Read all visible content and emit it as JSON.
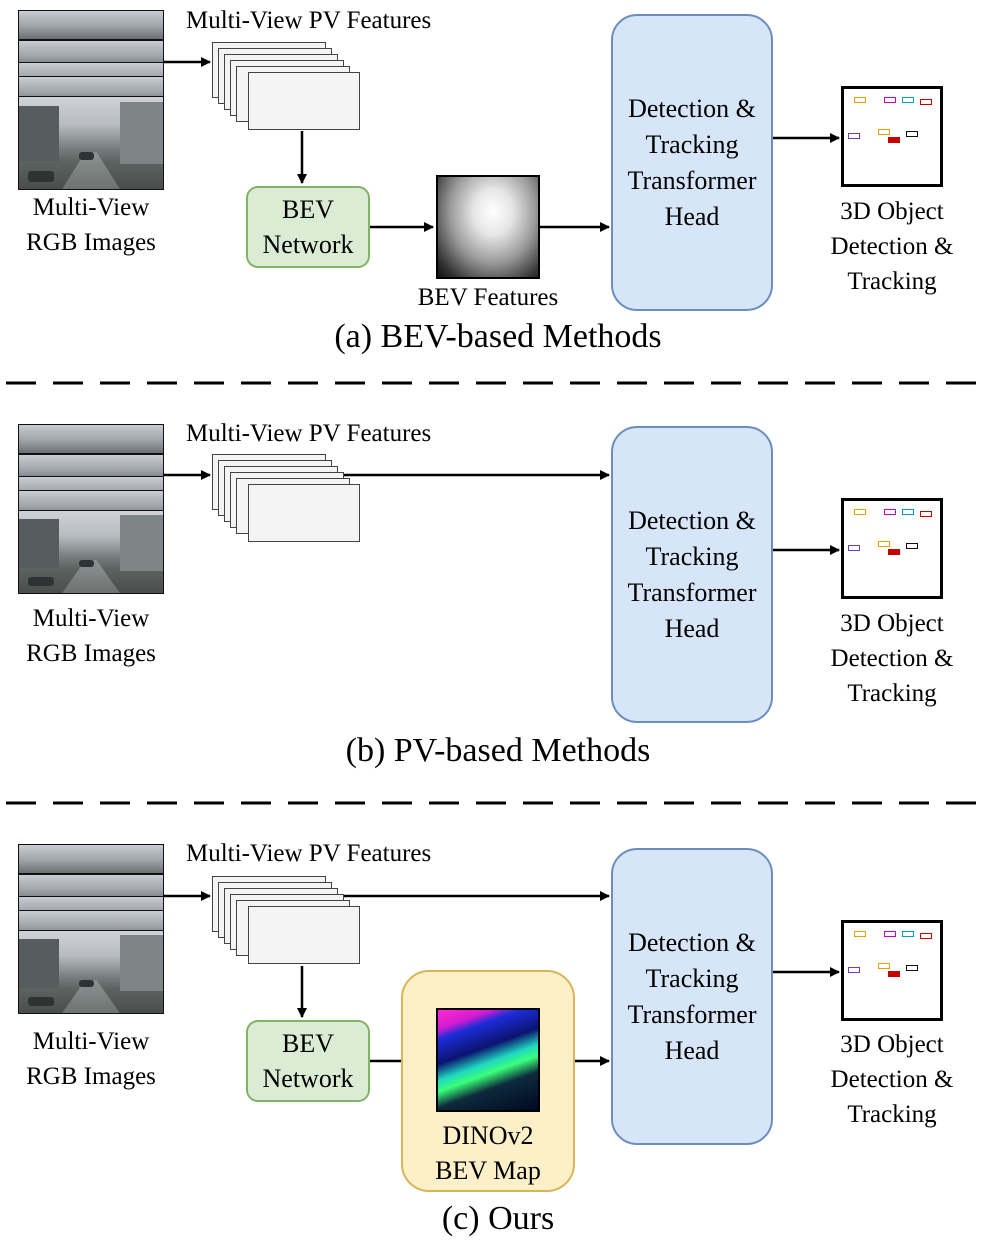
{
  "colors": {
    "bev_network_fill": "#dbecd4",
    "bev_network_border": "#82b366",
    "head_fill": "#d6e6f8",
    "head_border": "#6c8ebf",
    "dino_fill": "#fdf0c8",
    "dino_border": "#d6b656"
  },
  "panel_a": {
    "images_label_1": "Multi-View",
    "images_label_2": "RGB Images",
    "pv_features_label": "Multi-View PV Features",
    "bev_network_1": "BEV",
    "bev_network_2": "Network",
    "bev_features_label": "BEV Features",
    "head_1": "Detection &",
    "head_2": "Tracking",
    "head_3": "Transformer",
    "head_4": "Head",
    "output_1": "3D Object",
    "output_2": "Detection &",
    "output_3": "Tracking",
    "caption": "(a) BEV-based Methods"
  },
  "panel_b": {
    "images_label_1": "Multi-View",
    "images_label_2": "RGB Images",
    "pv_features_label": "Multi-View PV Features",
    "head_1": "Detection &",
    "head_2": "Tracking",
    "head_3": "Transformer",
    "head_4": "Head",
    "output_1": "3D Object",
    "output_2": "Detection &",
    "output_3": "Tracking",
    "caption": "(b) PV-based Methods"
  },
  "panel_c": {
    "images_label_1": "Multi-View",
    "images_label_2": "RGB Images",
    "pv_features_label": "Multi-View PV Features",
    "bev_network_1": "BEV",
    "bev_network_2": "Network",
    "dino_1": "DINOv2",
    "dino_2": "BEV Map",
    "head_1": "Detection &",
    "head_2": "Tracking",
    "head_3": "Transformer",
    "head_4": "Head",
    "output_1": "3D Object",
    "output_2": "Detection &",
    "output_3": "Tracking",
    "caption": "(c) Ours"
  }
}
